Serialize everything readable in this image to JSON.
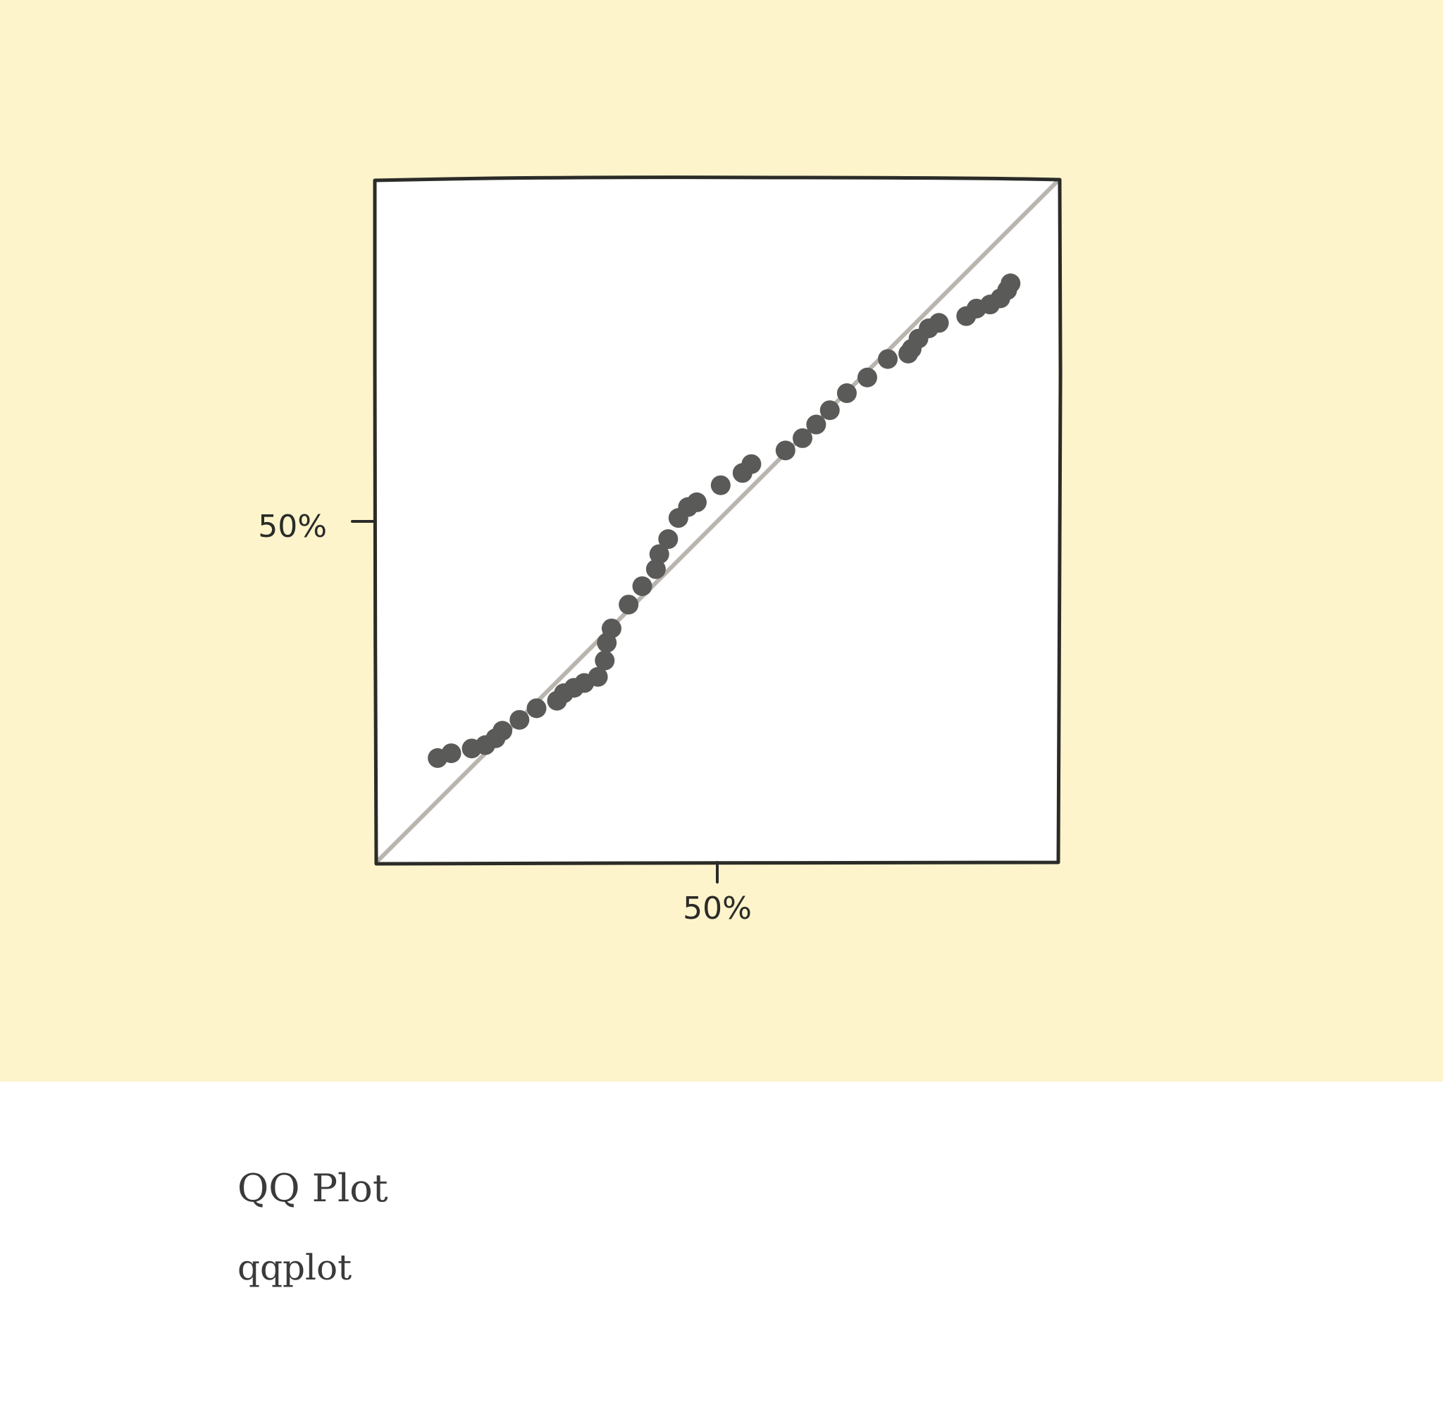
{
  "caption": {
    "title": "QQ Plot",
    "subtitle": "qqplot"
  },
  "colors": {
    "background": "#fdf4cb",
    "plot_fill": "#ffffff",
    "frame": "#2b2b28",
    "points": "#5a5a58",
    "reference_line": "#b9b5ae"
  },
  "chart_data": {
    "type": "scatter",
    "title": "",
    "xlabel": "",
    "ylabel": "",
    "xlim": [
      0,
      100
    ],
    "ylim": [
      0,
      100
    ],
    "x_ticks": [
      {
        "value": 50,
        "label": "50%"
      }
    ],
    "y_ticks": [
      {
        "value": 50,
        "label": "50%"
      }
    ],
    "grid": false,
    "reference_line": {
      "from": [
        0,
        0
      ],
      "to": [
        100,
        100
      ]
    },
    "series": [
      {
        "x": [
          9,
          11,
          14,
          16,
          17.5,
          18.5,
          21,
          23.5,
          26.5,
          27.5,
          29,
          30.5,
          32.5,
          33.5,
          33.8,
          34.5,
          37,
          39,
          41,
          41.5,
          42.8,
          44.3,
          45.7,
          47,
          50.5,
          53.7,
          55,
          60,
          62.5,
          64.5,
          66.5,
          69,
          72,
          75,
          78,
          78.5,
          79.5,
          81,
          82.5,
          86.5,
          88,
          90,
          91.5,
          92.5,
          93
        ],
        "y": [
          15.3,
          16,
          16.7,
          17.2,
          18.2,
          19.3,
          20.9,
          22.6,
          23.7,
          24.8,
          25.6,
          26.3,
          27.2,
          29.6,
          32.2,
          34.3,
          37.8,
          40.5,
          43,
          45.2,
          47.4,
          50.5,
          52.1,
          52.8,
          55.3,
          57.1,
          58.4,
          60.4,
          62.2,
          64.2,
          66.3,
          68.8,
          71.1,
          73.8,
          74.6,
          75.3,
          76.8,
          78.3,
          79.1,
          80.1,
          81.2,
          81.8,
          82.7,
          83.9,
          84.9
        ]
      }
    ]
  }
}
